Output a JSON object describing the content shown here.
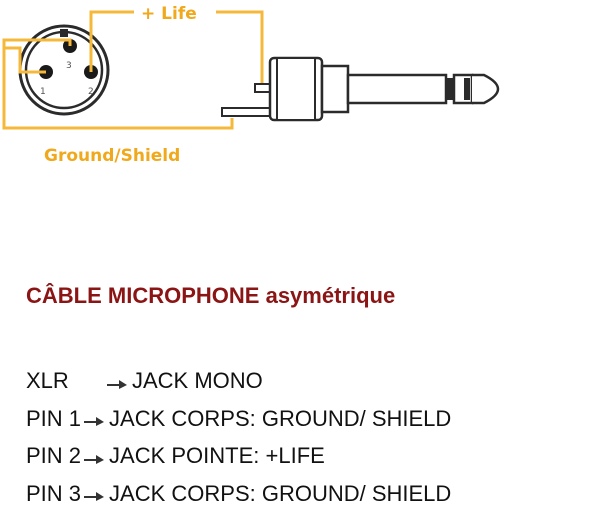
{
  "diagram": {
    "live_label": "+ Life",
    "ground_label": "Ground/Shield",
    "pins": [
      "1",
      "2",
      "3"
    ],
    "colors": {
      "wire": "#f6b83a",
      "connector": "#2b2b2b",
      "label": "#f0a81c"
    }
  },
  "title": {
    "main": "CÂBLE MICROPHONE",
    "suffix": "asymétrique",
    "color": "#8b1414"
  },
  "mapping": [
    {
      "from": "XLR",
      "to": "JACK MONO"
    },
    {
      "from": "PIN 1",
      "to": "JACK CORPS: GROUND/ SHIELD"
    },
    {
      "from": "PIN 2",
      "to": "JACK POINTE: +LIFE"
    },
    {
      "from": "PIN 3",
      "to": "JACK CORPS: GROUND/ SHIELD"
    }
  ],
  "icons": {
    "arrow": "right-arrow-icon"
  }
}
